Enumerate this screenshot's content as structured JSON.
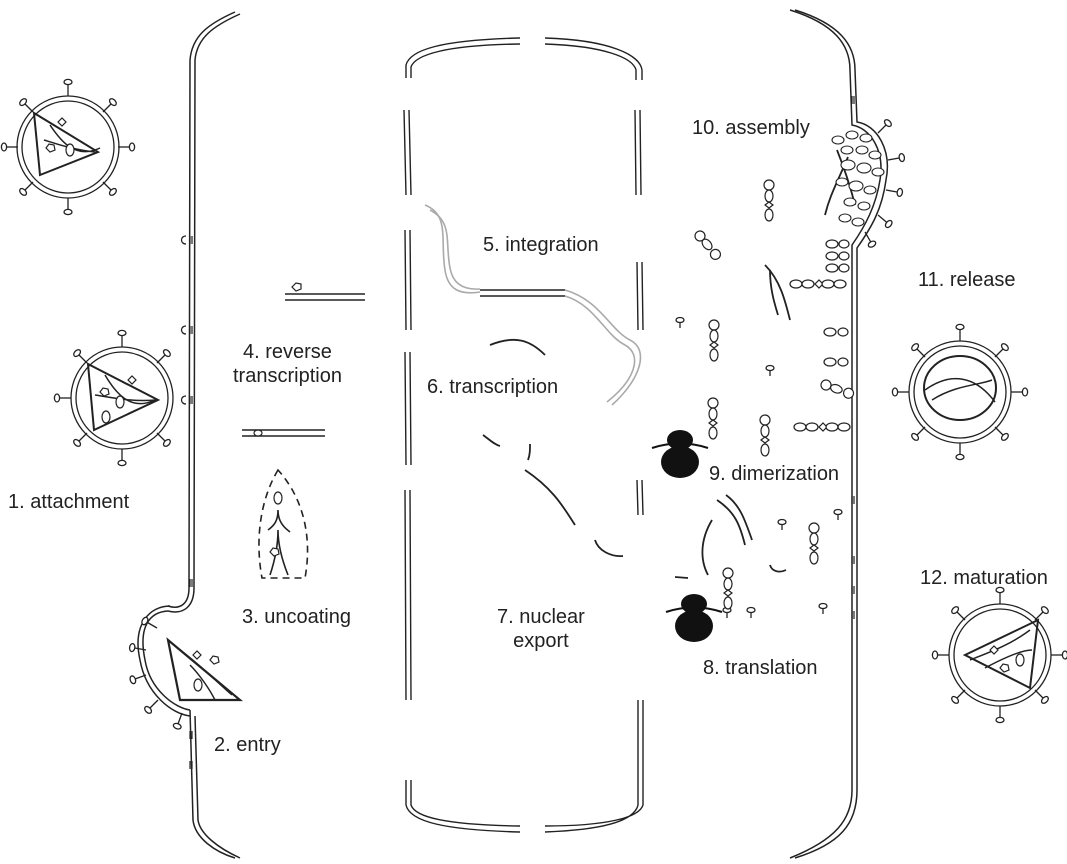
{
  "diagram": {
    "steps": [
      {
        "id": "attachment",
        "label": "1. attachment"
      },
      {
        "id": "entry",
        "label": "2. entry"
      },
      {
        "id": "uncoating",
        "label": "3. uncoating"
      },
      {
        "id": "reverse_transcription",
        "label": "4. reverse\ntranscription"
      },
      {
        "id": "integration",
        "label": "5. integration"
      },
      {
        "id": "transcription",
        "label": "6. transcription"
      },
      {
        "id": "nuclear_export",
        "label": "7. nuclear\nexport"
      },
      {
        "id": "translation",
        "label": "8. translation"
      },
      {
        "id": "dimerization",
        "label": "9. dimerization"
      },
      {
        "id": "assembly",
        "label": "10. assembly"
      },
      {
        "id": "release",
        "label": "11. release"
      },
      {
        "id": "maturation",
        "label": "12. maturation"
      }
    ],
    "colors": {
      "stroke": "#222222",
      "integrated_dna": "#aaaaaa",
      "ribosome": "#111111"
    }
  }
}
